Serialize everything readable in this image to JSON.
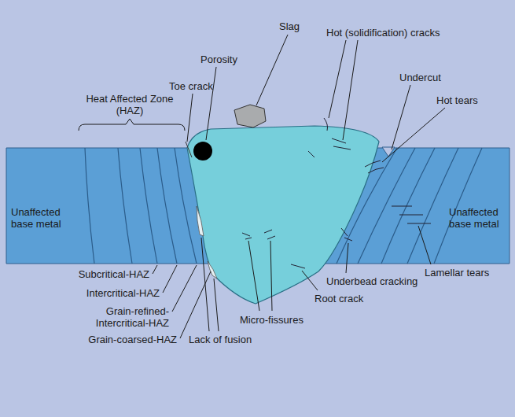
{
  "diagram": {
    "labels": [
      "Heat Affected Zone (HAZ)",
      "Toe crack",
      "Porosity",
      "Slag",
      "Hot (solidification) cracks",
      "Undercut",
      "Hot tears",
      "Unaffected base metal",
      "Unaffected base metal",
      "Subcritical-HAZ",
      "Intercritical-HAZ",
      "Grain-refined-Intercritical-HAZ",
      "Grain-coarsed-HAZ",
      "Lack of fusion",
      "Micro-fissures",
      "Root crack",
      "Underbead cracking",
      "Lamellar tears"
    ]
  }
}
